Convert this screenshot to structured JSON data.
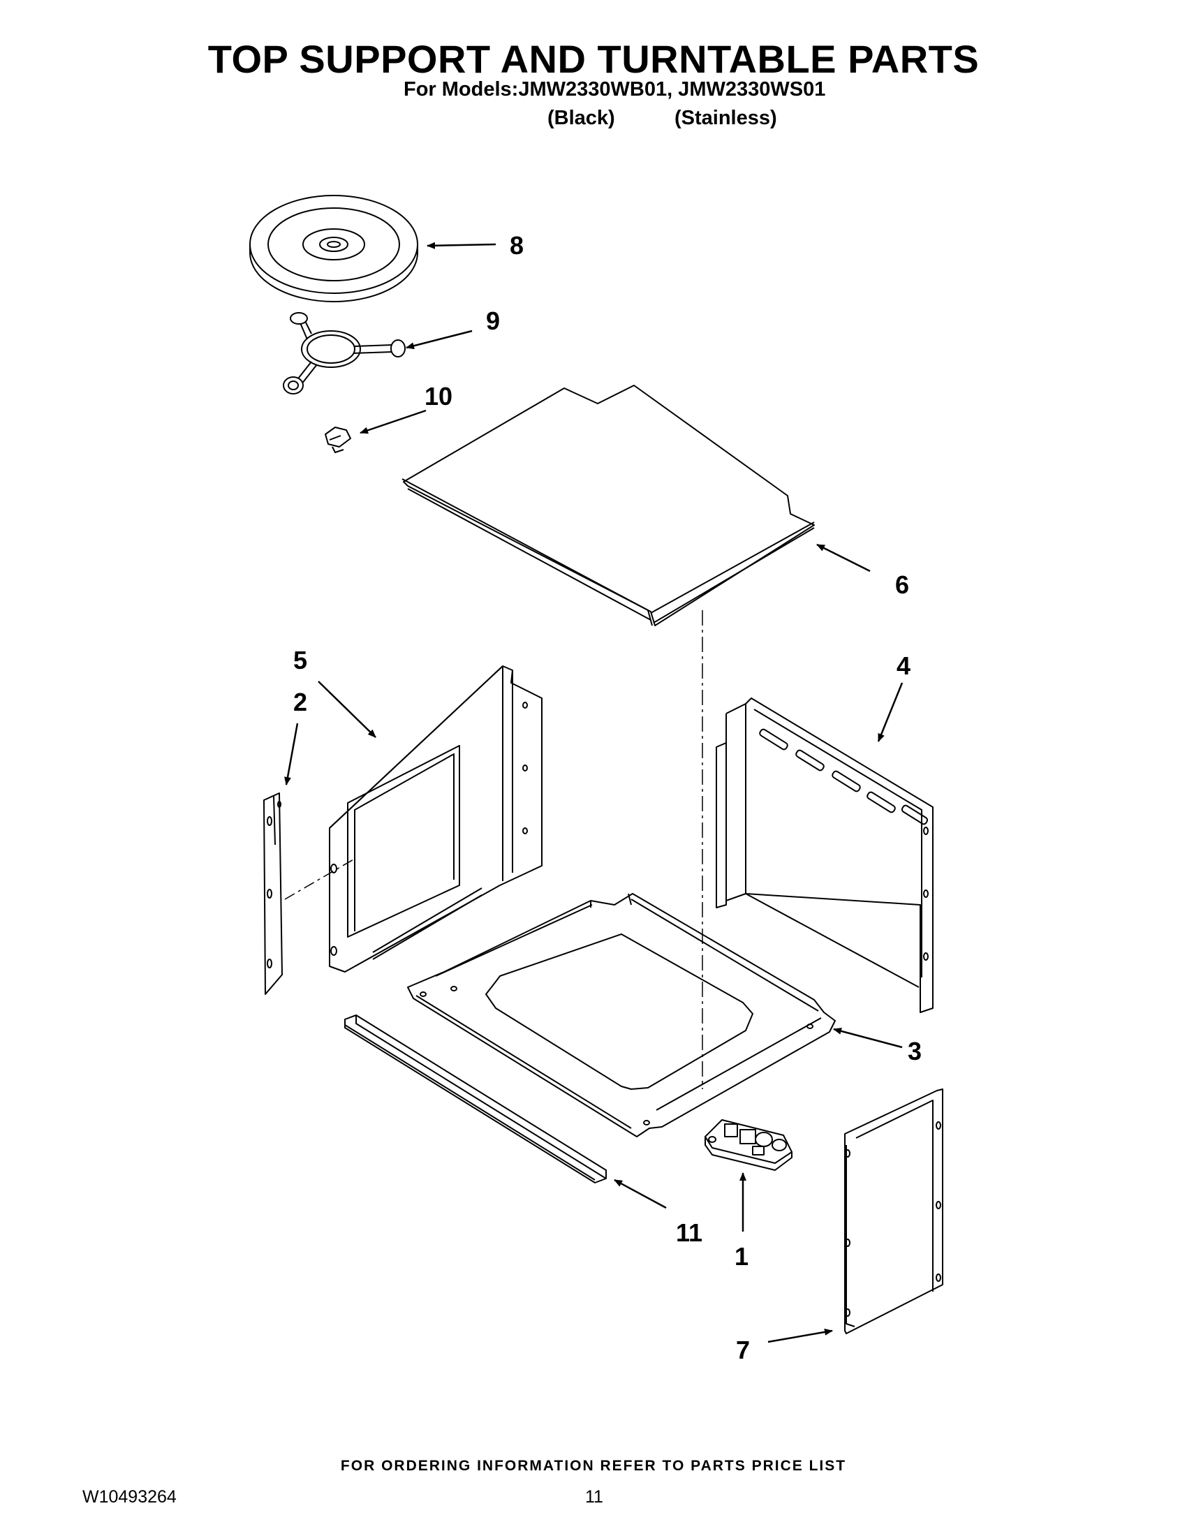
{
  "header": {
    "title": "TOP SUPPORT AND TURNTABLE PARTS",
    "models_line": "For Models:JMW2330WB01, JMW2330WS01",
    "variant_black": "(Black)",
    "variant_stainless": "(Stainless)"
  },
  "callouts": {
    "c1": "1",
    "c2": "2",
    "c3": "3",
    "c4": "4",
    "c5": "5",
    "c6": "6",
    "c7": "7",
    "c8": "8",
    "c9": "9",
    "c10": "10",
    "c11": "11"
  },
  "footer": {
    "note": "FOR ORDERING INFORMATION REFER TO PARTS PRICE LIST",
    "doc_number": "W10493264",
    "page_number": "11"
  }
}
